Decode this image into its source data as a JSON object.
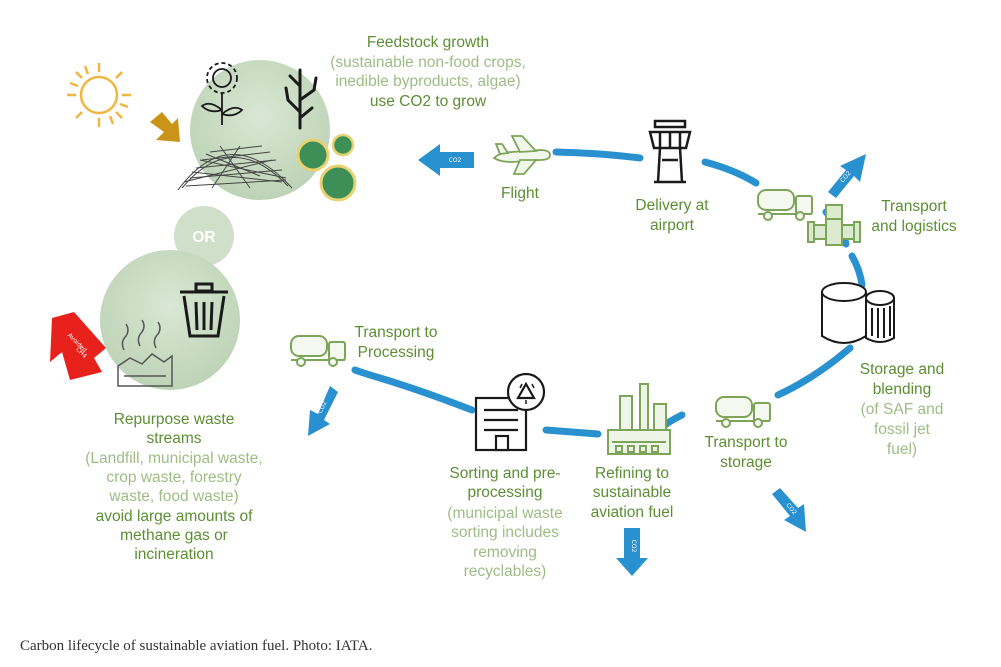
{
  "colors": {
    "cycle": "#2a91d0",
    "green_dark": "#5c8f34",
    "green_light": "#9dbd85",
    "circle_fill": "#c9dcc4",
    "avoided_red": "#e8211c",
    "sun": "#f1b640",
    "arrow_gold": "#c99417"
  },
  "feedstock": {
    "title": "Feedstock growth",
    "line1": "(sustainable non-food crops,",
    "line2": "inedible byproducts, algae)",
    "line3": "use CO2 to grow"
  },
  "or_label": "OR",
  "avoided": {
    "line1": "Avoided",
    "line2": "CH4"
  },
  "co2_tag": "CO2",
  "repurpose": {
    "line1": "Repurpose waste",
    "line2": "streams",
    "line3": "(Landfill, municipal waste,",
    "line4": "crop waste, forestry",
    "line5": "waste, food waste)",
    "line6": "avoid large amounts of",
    "line7": "methane gas or",
    "line8": "incineration"
  },
  "flight": "Flight",
  "delivery": {
    "line1": "Delivery at",
    "line2": "airport"
  },
  "transport_logistics": {
    "line1": "Transport",
    "line2": "and logistics"
  },
  "storage_blending": {
    "line1": "Storage and",
    "line2": "blending",
    "line3": "(of SAF and",
    "line4": "fossil jet",
    "line5": "fuel)"
  },
  "transport_storage": {
    "line1": "Transport to",
    "line2": "storage"
  },
  "refining": {
    "line1": "Refining to",
    "line2": "sustainable",
    "line3": "aviation fuel"
  },
  "sorting": {
    "line1": "Sorting and pre-",
    "line2": "processing",
    "line3": "(municipal waste",
    "line4": "sorting includes",
    "line5": "removing",
    "line6": "recyclables)"
  },
  "transport_processing": {
    "line1": "Transport to",
    "line2": "Processing"
  },
  "caption": "Carbon lifecycle of sustainable aviation fuel. Photo: IATA."
}
